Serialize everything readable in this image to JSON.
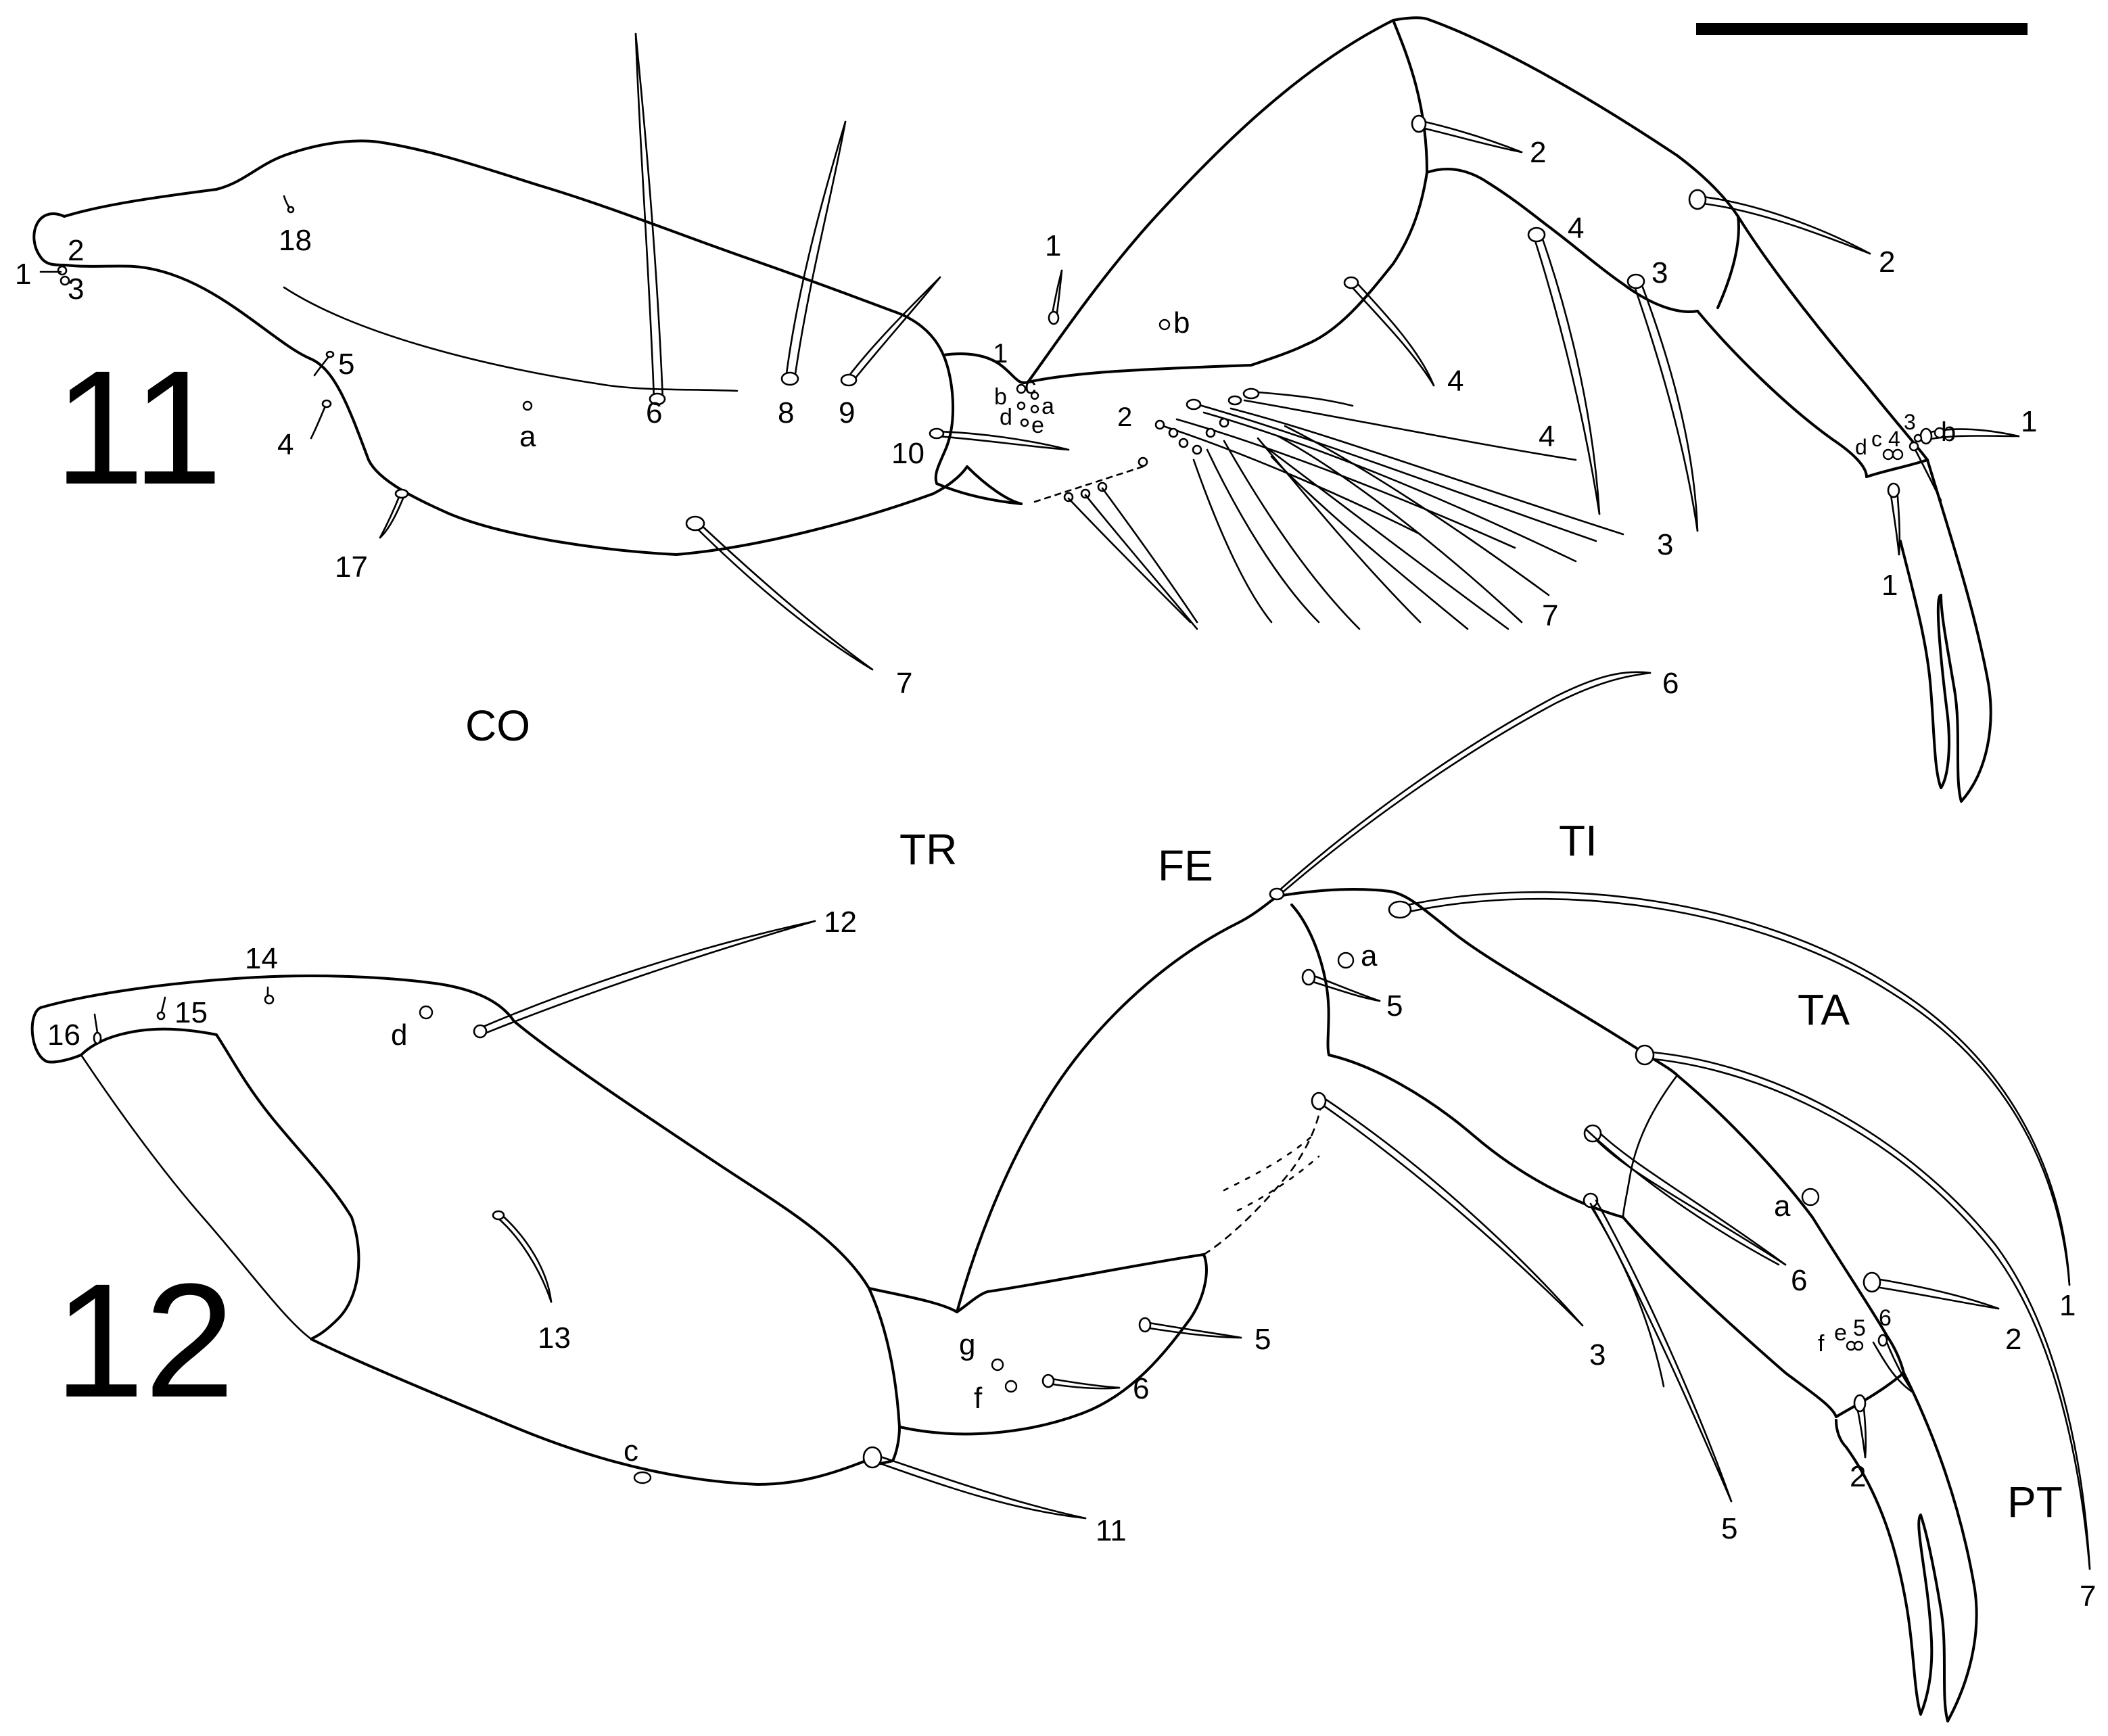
{
  "figures": [
    {
      "id": "figure-11",
      "number": "11"
    },
    {
      "id": "figure-12",
      "number": "12"
    }
  ],
  "segments": {
    "coxa": "CO",
    "trochanter": "TR",
    "femur": "FE",
    "tibia": "TI",
    "tarsus": "TA",
    "pretarsus": "PT"
  },
  "fig11": {
    "coxa_setae": [
      "1",
      "2",
      "3",
      "4",
      "5",
      "6",
      "7",
      "8",
      "9",
      "10",
      "17",
      "18"
    ],
    "coxa_sensilla": [
      "a"
    ],
    "trochanter_setae": [
      "1",
      "2"
    ],
    "trochanter_sensilla": [
      "a",
      "b",
      "c",
      "d",
      "e"
    ],
    "femur_setae": [
      "1",
      "2",
      "3",
      "4",
      "7"
    ],
    "femur_sensilla": [
      "b"
    ],
    "femur_setae_inner": [
      "4"
    ],
    "tibia_setae": [
      "2",
      "3",
      "4"
    ],
    "tarsus_setae": [
      "1",
      "2",
      "3",
      "4"
    ],
    "tarsus_sensilla": [
      "b",
      "c",
      "d"
    ],
    "pretarsus_setae": [
      "1"
    ]
  },
  "fig12": {
    "coxa_setae": [
      "11",
      "12",
      "13",
      "14",
      "15",
      "16"
    ],
    "coxa_sensilla": [
      "c",
      "d"
    ],
    "trochanter_setae": [
      "5",
      "6"
    ],
    "trochanter_sensilla": [
      "f",
      "g"
    ],
    "femur_setae": [
      "3",
      "5",
      "6"
    ],
    "femur_sensilla": [
      "a"
    ],
    "tibia_setae": [
      "1",
      "5",
      "6",
      "7"
    ],
    "tarsus_setae": [
      "2",
      "5",
      "6"
    ],
    "tarsus_sensilla": [
      "a",
      "e",
      "f"
    ],
    "pretarsus_setae": [
      "2"
    ]
  }
}
